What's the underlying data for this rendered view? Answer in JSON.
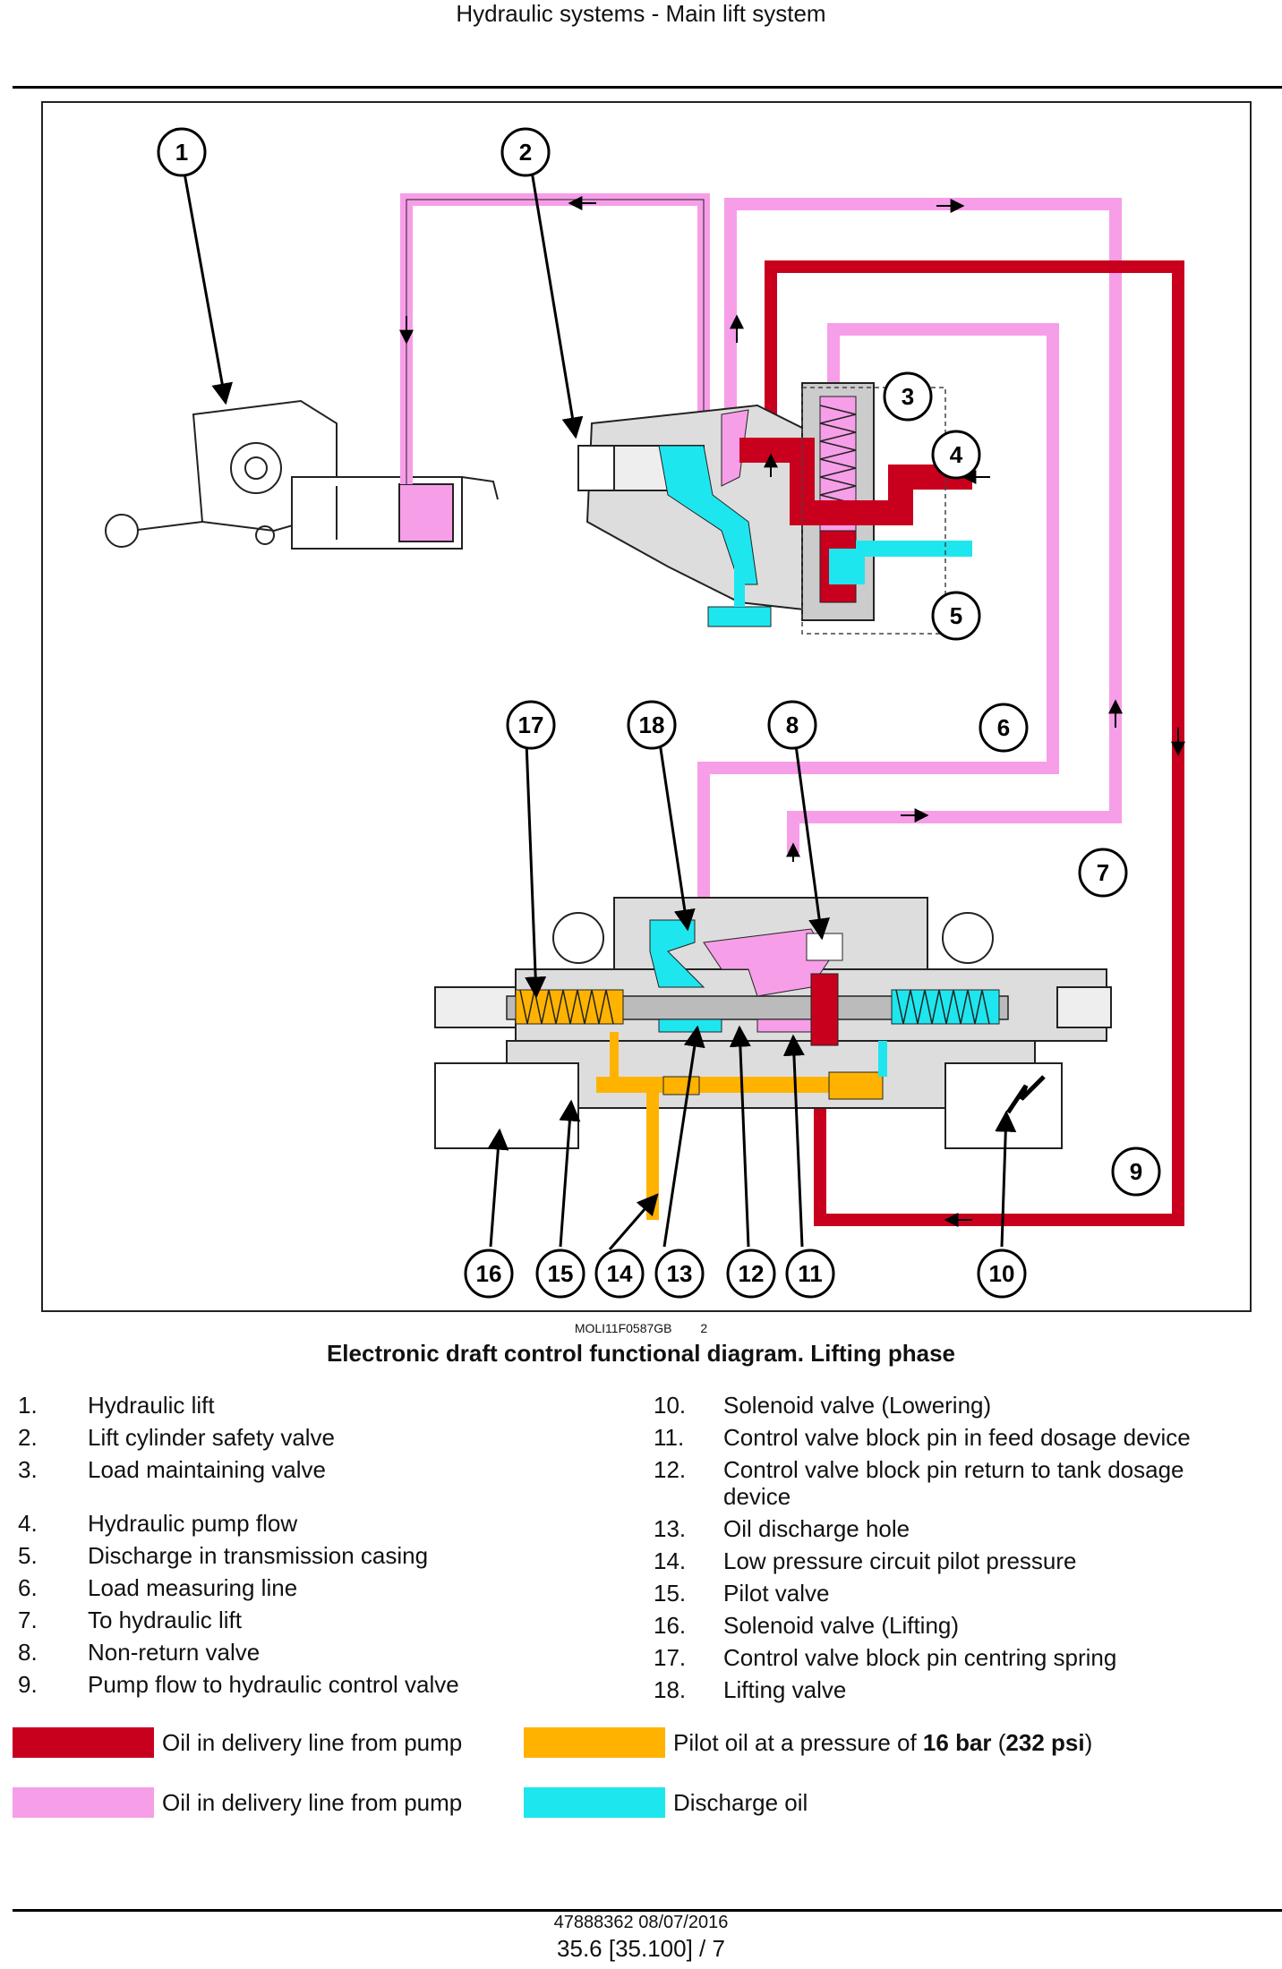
{
  "header": {
    "title": "Hydraulic systems - Main lift system"
  },
  "figure": {
    "id": "MOLI11F0587GB",
    "number": "2",
    "caption": "Electronic draft control functional diagram. Lifting phase",
    "callouts": [
      "1",
      "2",
      "3",
      "4",
      "5",
      "6",
      "7",
      "8",
      "9",
      "10",
      "11",
      "12",
      "13",
      "14",
      "15",
      "16",
      "17",
      "18"
    ]
  },
  "legend_left": [
    {
      "num": "1.",
      "text": "Hydraulic lift"
    },
    {
      "num": "2.",
      "text": "Lift cylinder safety valve"
    },
    {
      "num": "3.",
      "text": "Load maintaining valve"
    },
    {
      "num": "4.",
      "text": "Hydraulic pump flow"
    },
    {
      "num": "5.",
      "text": "Discharge in transmission casing"
    },
    {
      "num": "6.",
      "text": "Load measuring line"
    },
    {
      "num": "7.",
      "text": "To hydraulic lift"
    },
    {
      "num": "8.",
      "text": "Non-return valve"
    },
    {
      "num": "9.",
      "text": "Pump flow to hydraulic control valve"
    }
  ],
  "legend_right": [
    {
      "num": "10.",
      "text": "Solenoid valve (Lowering)"
    },
    {
      "num": "11.",
      "text": "Control valve block pin in feed dosage device"
    },
    {
      "num": "12.",
      "text": "Control valve block pin return to tank dosage device"
    },
    {
      "num": "13.",
      "text": "Oil discharge hole"
    },
    {
      "num": "14.",
      "text": "Low pressure circuit pilot pressure"
    },
    {
      "num": "15.",
      "text": "Pilot valve"
    },
    {
      "num": "16.",
      "text": "Solenoid valve (Lifting)"
    },
    {
      "num": "17.",
      "text": "Control valve block pin centring spring"
    },
    {
      "num": "18.",
      "text": "Lifting valve"
    }
  ],
  "color_key": [
    {
      "color": "#c8001e",
      "label": "Oil in delivery line from pump"
    },
    {
      "color": "#f79ee8",
      "label": "Oil in delivery line from pump"
    },
    {
      "color": "#ffb300",
      "label_pre": "Pilot oil at a pressure of ",
      "label_b1": "16 bar",
      "label_mid": " (",
      "label_b2": "232 psi",
      "label_post": ")"
    },
    {
      "color": "#1ee6ee",
      "label": "Discharge oil"
    }
  ],
  "footer": {
    "doc": "47888362 08/07/2016",
    "page": "35.6 [35.100] / 7"
  }
}
